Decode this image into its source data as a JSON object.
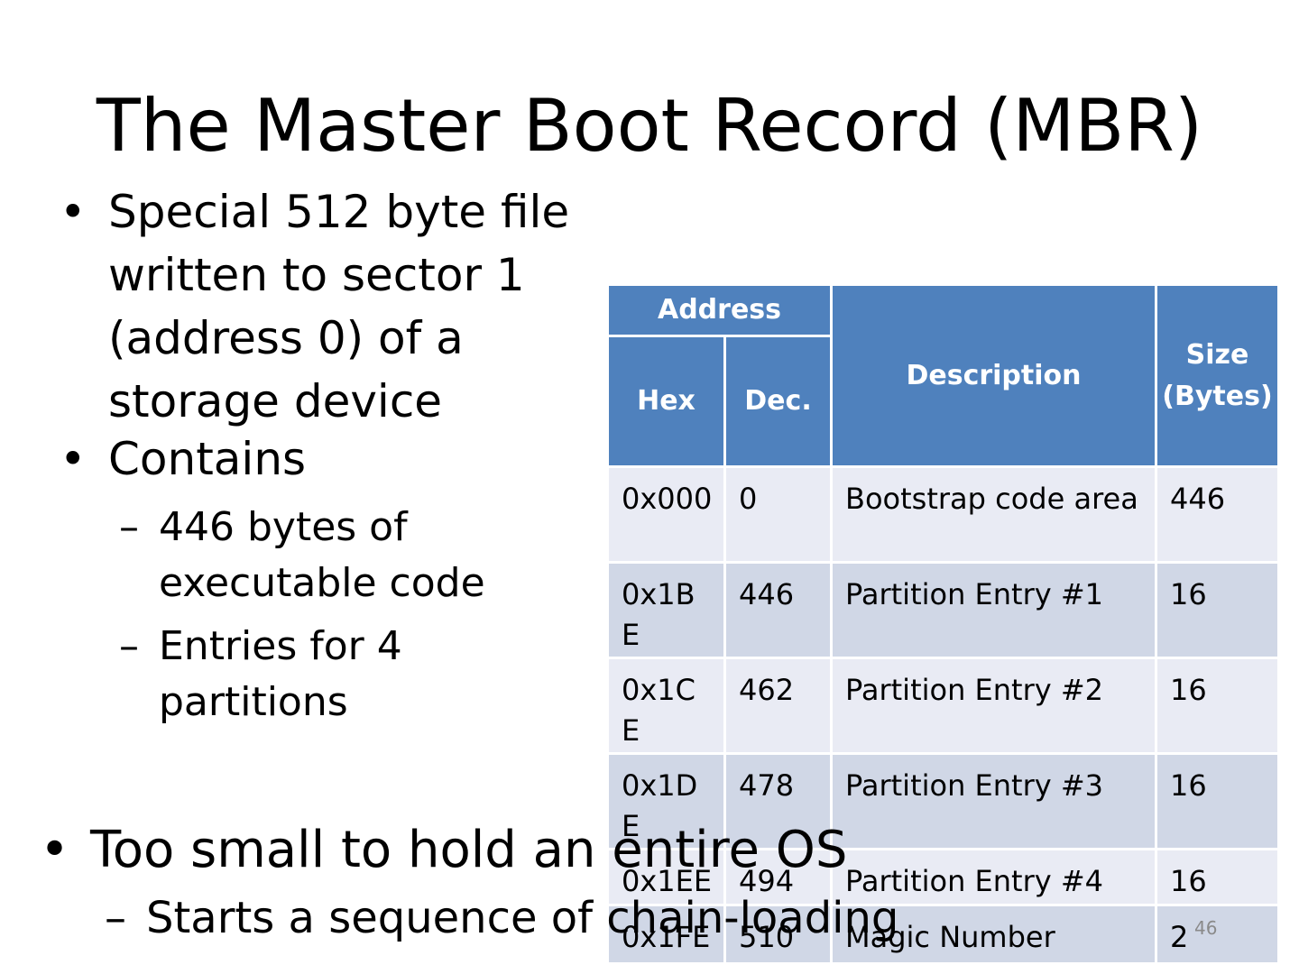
{
  "slide": {
    "title": "The Master Boot Record (MBR)",
    "bullet_marker": "•",
    "dash_marker": "–",
    "bullets": [
      "Special 512 byte file written to sector 1 (address 0) of a storage device",
      "Contains"
    ],
    "sub_bullets": [
      "446 bytes of executable code",
      "Entries for 4 partitions"
    ],
    "bottom_bullet": "Too small to hold an entire OS",
    "bottom_sub_bullet": "Starts a sequence of chain-loading",
    "page_number": "46"
  },
  "table": {
    "headers": {
      "address": "Address",
      "hex": "Hex",
      "dec": "Dec.",
      "description": "Description",
      "size": "Size (Bytes)"
    },
    "rows": [
      {
        "hex": "0x000",
        "dec": "0",
        "description": "Bootstrap code area",
        "size": "446"
      },
      {
        "hex": "0x1BE",
        "dec": "446",
        "description": "Partition Entry #1",
        "size": "16"
      },
      {
        "hex": "0x1CE",
        "dec": "462",
        "description": "Partition Entry #2",
        "size": "16"
      },
      {
        "hex": "0x1DE",
        "dec": "478",
        "description": "Partition Entry #3",
        "size": "16"
      },
      {
        "hex": "0x1EE",
        "dec": "494",
        "description": "Partition Entry #4",
        "size": "16"
      },
      {
        "hex": "0x1FE",
        "dec": "510",
        "description": "Magic Number",
        "size": "2"
      }
    ]
  },
  "colors": {
    "header_fill": "#4f81bd",
    "row_light": "#e9ebf4",
    "row_dark": "#d0d7e6"
  }
}
